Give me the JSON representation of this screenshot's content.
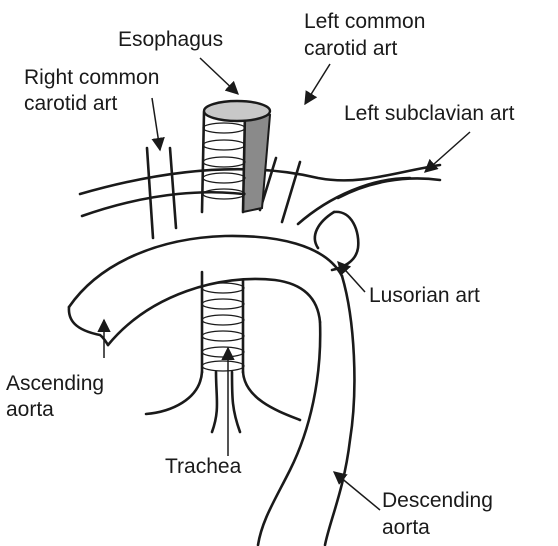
{
  "diagram": {
    "labels": {
      "esophagus": "Esophagus",
      "left_common_carotid": [
        "Left common",
        "carotid art"
      ],
      "right_common_carotid": [
        "Right common",
        "carotid art"
      ],
      "left_subclavian": "Left subclavian art",
      "lusorian": "Lusorian art",
      "ascending_aorta": [
        "Ascending",
        "aorta"
      ],
      "trachea": "Trachea",
      "descending_aorta": [
        "Descending",
        "aorta"
      ]
    },
    "colors": {
      "line": "#1a1a1a",
      "esophagus_fill": "#8a8a8a",
      "esophagus_top": "#c8c8c8",
      "background": "#ffffff"
    }
  }
}
